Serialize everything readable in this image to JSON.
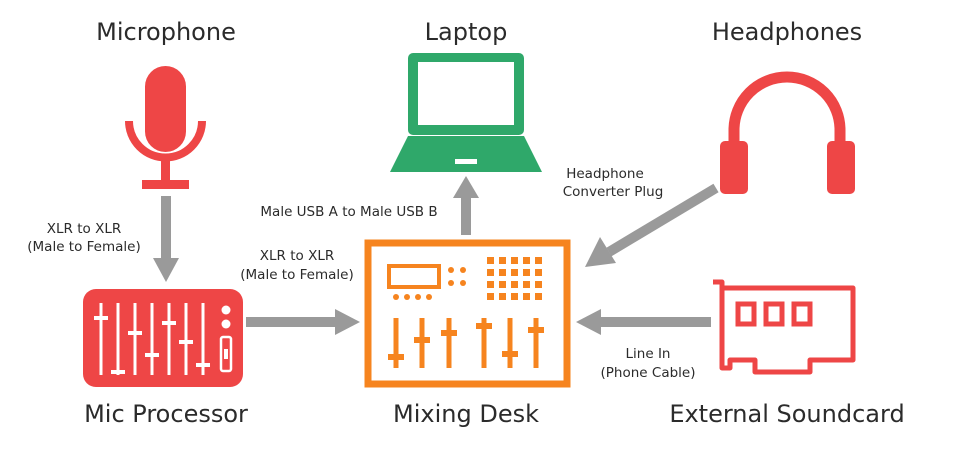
{
  "colors": {
    "red": "#ee4646",
    "green": "#2fa86a",
    "orange": "#f6841f",
    "arrow": "#9a9a9a",
    "text": "#2b2b2b",
    "white": "#ffffff"
  },
  "nodes": {
    "microphone": {
      "label": "Microphone",
      "icon": "microphone-icon"
    },
    "laptop": {
      "label": "Laptop",
      "icon": "laptop-icon"
    },
    "headphones": {
      "label": "Headphones",
      "icon": "headphones-icon"
    },
    "mic_processor": {
      "label": "Mic Processor",
      "icon": "mic-processor-icon"
    },
    "mixing_desk": {
      "label": "Mixing Desk",
      "icon": "mixing-desk-icon"
    },
    "external_soundcard": {
      "label": "External Soundcard",
      "icon": "soundcard-icon"
    }
  },
  "edges": {
    "mic_to_processor": {
      "line1": "XLR to XLR",
      "line2": "(Male to Female)"
    },
    "processor_to_desk": {
      "line1": "XLR to XLR",
      "line2": "(Male to Female)"
    },
    "desk_to_laptop": {
      "line1": "Male USB A to Male USB B"
    },
    "headphones_to_desk": {
      "line1": "Headphone",
      "line2": "Converter Plug"
    },
    "soundcard_to_desk": {
      "line1": "Line In",
      "line2": "(Phone Cable)"
    }
  }
}
